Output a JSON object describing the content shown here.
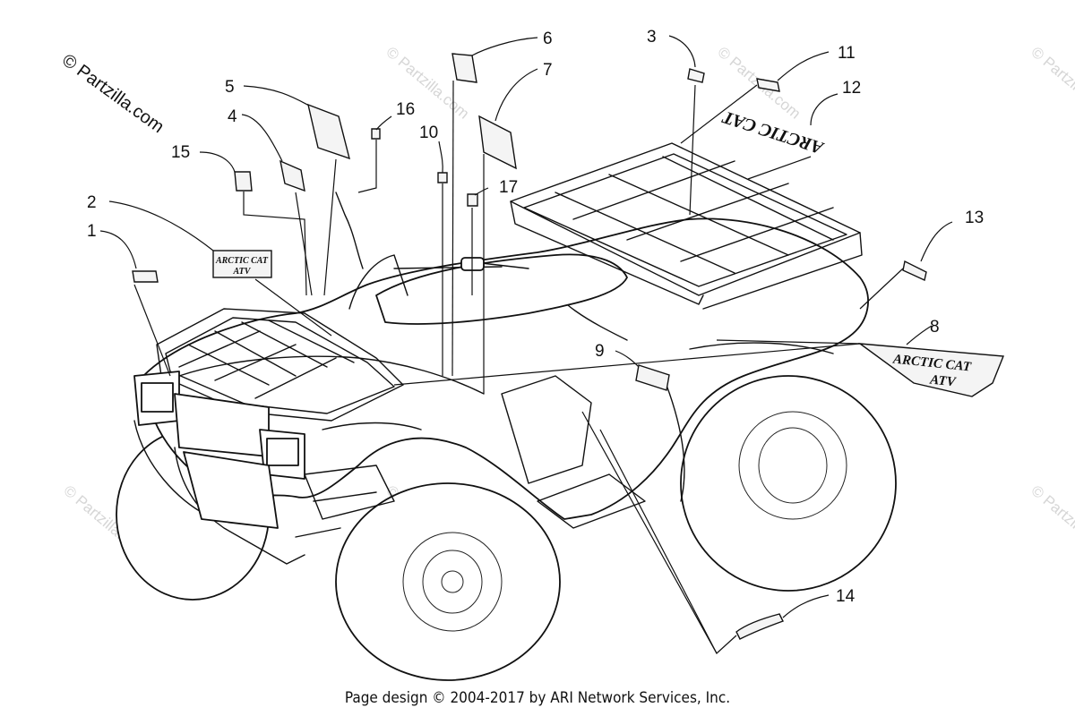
{
  "copyright": "© Partzilla.com",
  "watermark": "© Partzilla.com",
  "footer": "Page design © 2004-2017 by ARI Network Services, Inc.",
  "decal_text": {
    "logo_line1": "ARCTIC CAT",
    "logo_line2": "ATV",
    "side_text": "ARCTIC CAT"
  },
  "callouts": [
    "1",
    "2",
    "3",
    "4",
    "5",
    "6",
    "7",
    "8",
    "9",
    "10",
    "11",
    "12",
    "13",
    "14",
    "15",
    "16",
    "17"
  ]
}
